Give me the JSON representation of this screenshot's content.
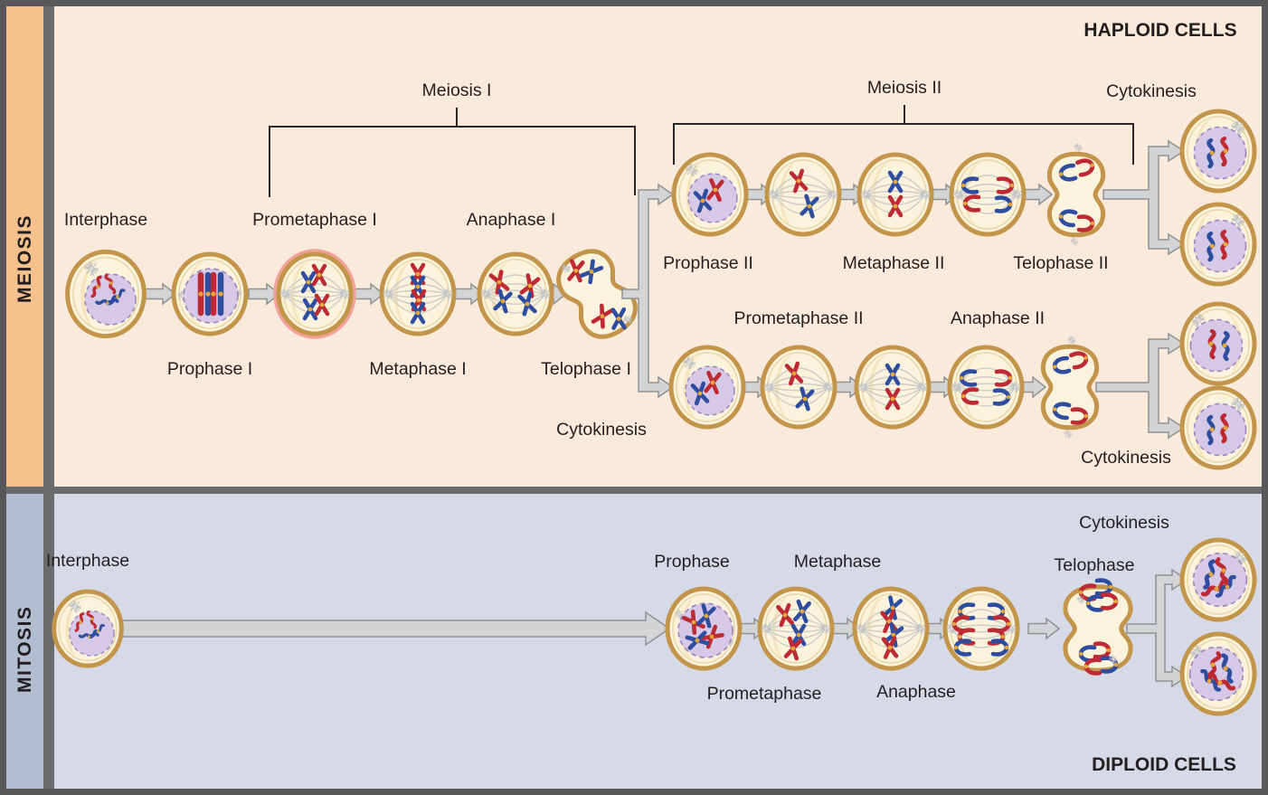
{
  "meiosis": {
    "sidebar_label": "MEIOSIS",
    "result_label": "HAPLOID CELLS",
    "meiosis1_bracket": "Meiosis I",
    "meiosis2_bracket": "Meiosis II",
    "stages1": {
      "interphase": "Interphase",
      "prophase": "Prophase I",
      "prometaphase": "Prometaphase I",
      "metaphase": "Metaphase I",
      "anaphase": "Anaphase I",
      "telophase": "Telophase I",
      "cytokinesis": "Cytokinesis"
    },
    "stages2": {
      "prophase": "Prophase II",
      "prometaphase": "Prometaphase II",
      "metaphase": "Metaphase II",
      "anaphase": "Anaphase II",
      "telophase": "Telophase II",
      "cytokinesis_upper": "Cytokinesis",
      "cytokinesis_lower": "Cytokinesis"
    }
  },
  "mitosis": {
    "sidebar_label": "MITOSIS",
    "result_label": "DIPLOID CELLS",
    "stages": {
      "interphase": "Interphase",
      "prophase": "Prophase",
      "prometaphase": "Prometaphase",
      "metaphase": "Metaphase",
      "anaphase": "Anaphase",
      "telophase": "Telophase",
      "cytokinesis": "Cytokinesis"
    }
  },
  "colors": {
    "frame": "#58585A",
    "meiosis_panel_bg": "#FAEADB",
    "meiosis_sidebar_bg": "#F7C18E",
    "mitosis_panel_bg": "#D5DAE6",
    "mitosis_sidebar_bg": "#B3BDD1",
    "cell_membrane_gold": "#C2954B",
    "cell_fill": "#FBF3DC",
    "cell_crescent": "#F6E4BD",
    "nucleus_fill": "#D5C9E7",
    "nucleus_border": "#9C87BE",
    "chromosome_red": "#BE2A33",
    "chromosome_blue": "#2E4D9E",
    "centromere_yellow": "#E3A73B",
    "prometaphase_ring_pink": "#F1A29B",
    "arrow_gray": "#D2D4D6",
    "arrow_outline": "#8F9193",
    "bracket_line": "#2A2627"
  }
}
